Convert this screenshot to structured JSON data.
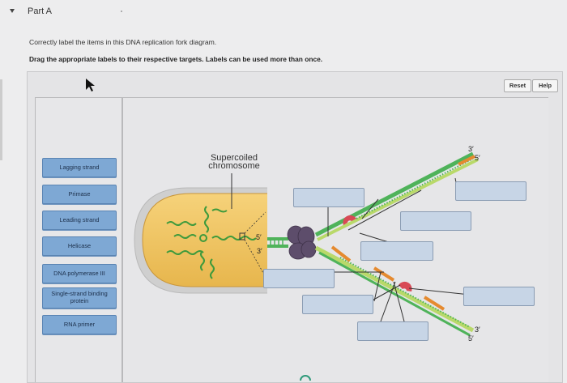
{
  "part": {
    "title": "Part A"
  },
  "instructions": {
    "main": "Correctly label the items in this DNA replication fork diagram.",
    "sub": "Drag the appropriate labels to their respective targets. Labels can be used more than once."
  },
  "toolbar": {
    "reset_label": "Reset",
    "help_label": "Help"
  },
  "labels": [
    "Lagging strand",
    "Primase",
    "Leading strand",
    "Helicase",
    "DNA polymerase III",
    "Single-strand binding protein",
    "RNA primer"
  ],
  "diagram": {
    "supercoiled_label": "Supercoiled chromosome",
    "prime_5": "5′",
    "prime_3": "3′",
    "prime_3_top": "3′",
    "prime_5_top": "5′",
    "prime_3_bottom": "3′",
    "prime_5_bottom": "5′"
  },
  "colors": {
    "label_chip": "#7ea8d4",
    "target_box": "#c7d5e6",
    "strand_green": "#4fb35a",
    "strand_orange": "#e58a2f",
    "helicase": "#5d4d6b"
  }
}
